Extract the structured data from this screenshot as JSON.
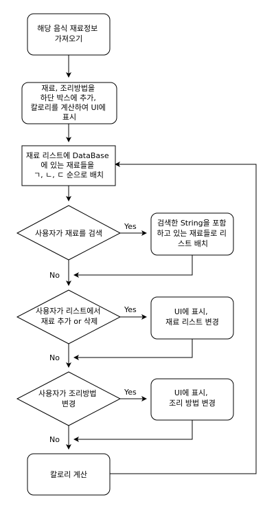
{
  "diagram": {
    "nodes": {
      "fetch_ingredients": {
        "shape": "rounded-rect",
        "lines": [
          "해당 음식 재료정보",
          "가져오기"
        ]
      },
      "show_in_box": {
        "shape": "rounded-rect",
        "lines": [
          "재료, 조리방법을",
          "하단 박스에 추가,",
          "칼로리를 계산하여 UI에",
          "표시"
        ]
      },
      "arrange_list": {
        "shape": "rect",
        "lines": [
          "재료 리스트에 DataBase",
          "에 있는 재료들을",
          "ㄱ, ㄴ, ㄷ 순으로 배치"
        ]
      },
      "search_decision": {
        "shape": "diamond",
        "lines": [
          "사용자가 재료를 검색"
        ]
      },
      "search_result": {
        "shape": "rounded-rect",
        "lines": [
          "검색한 String을 포함",
          "하고 있는 재료들로 리",
          "스트 배치"
        ]
      },
      "list_change_decision": {
        "shape": "diamond",
        "lines": [
          "사용자가 리스트에서",
          "재료 추가 or 삭제"
        ]
      },
      "list_change_result": {
        "shape": "rounded-rect",
        "lines": [
          "UI에 표시,",
          "재료 리스트 변경"
        ]
      },
      "method_change_decision": {
        "shape": "diamond",
        "lines": [
          "사용자가 조리방법",
          "변경"
        ]
      },
      "method_change_result": {
        "shape": "rounded-rect",
        "lines": [
          "UI에 표시,",
          "조리 방법 변경"
        ]
      },
      "calorie_calc": {
        "shape": "rounded-rect",
        "lines": [
          "칼로리 계산"
        ]
      }
    },
    "edge_labels": {
      "search_yes": "Yes",
      "search_no": "No",
      "list_yes": "Yes",
      "list_no": "No",
      "method_yes": "Yes",
      "method_no": "No"
    },
    "colors": {
      "stroke": "#000000",
      "fill": "#ffffff",
      "text": "#000000"
    }
  }
}
